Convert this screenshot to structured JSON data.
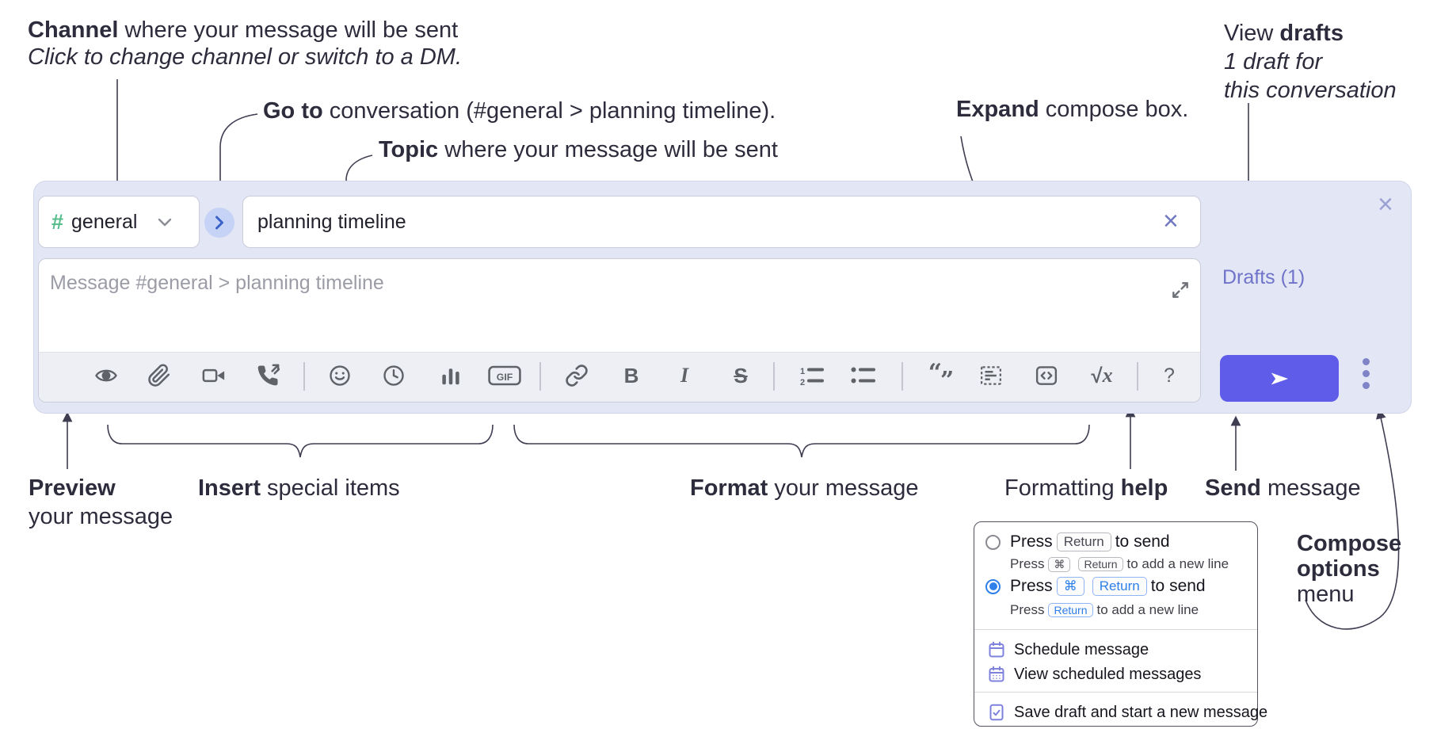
{
  "annotations": {
    "channel": {
      "bold": "Channel",
      "rest": " where your message will be sent",
      "line2": "Click to change channel or switch to a DM."
    },
    "goto": {
      "bold": "Go to",
      "rest": " conversation (#general > planning timeline)."
    },
    "topic": {
      "bold": "Topic",
      "rest": " where your message will be sent"
    },
    "expand": {
      "bold": "Expand",
      "rest": " compose box."
    },
    "drafts": {
      "pre": "View ",
      "bold": "drafts",
      "line2": "1 draft for",
      "line3": "this conversation"
    },
    "preview": {
      "bold": "Preview",
      "line2": "your message"
    },
    "insert": {
      "bold": "Insert",
      "rest": " special items"
    },
    "format": {
      "bold": "Format",
      "rest": " your message"
    },
    "help": {
      "pre": "Formatting ",
      "bold": "help"
    },
    "send": {
      "bold": "Send",
      "rest": " message"
    },
    "compose_options": {
      "line1": "Compose",
      "line2": "options",
      "line3": "menu"
    }
  },
  "compose": {
    "hash": "#",
    "channel_name": "general",
    "go_chevron": "›",
    "topic_value": "planning timeline",
    "topic_clear": "×",
    "close": "×",
    "message_placeholder": "Message #general > planning timeline",
    "drafts_link": "Drafts (1)"
  },
  "toolbar": {
    "gif_label": "GIF",
    "bold_label": "B",
    "italic_label": "I",
    "strike_label": "S",
    "math_root": "√",
    "math_x": "x",
    "quote_open": "“",
    "quote_close": "”",
    "ol_1": "1",
    "ol_2": "2",
    "help_label": "?"
  },
  "popup": {
    "opt1": {
      "press": "Press",
      "key1": "Return",
      "rest": "to send"
    },
    "opt1_sub": {
      "press": "Press",
      "key1": "⌘",
      "key2": "Return",
      "rest": "to add a new line"
    },
    "opt2": {
      "press": "Press",
      "key1": "⌘",
      "key2": "Return",
      "rest": "to send"
    },
    "opt2_sub": {
      "press": "Press",
      "key1": "Return",
      "rest": "to add a new line"
    },
    "item_schedule": "Schedule message",
    "item_view_scheduled": "View scheduled messages",
    "item_save_draft": "Save draft and start a new message"
  },
  "colors": {
    "accent_send": "#5e5ce8",
    "drafts_link": "#6f74ca",
    "hash_green": "#58bd8d",
    "radio_blue": "#2f80e8",
    "menu_icon_purple": "#7e82dd",
    "compose_bg": "#e3e6f4"
  }
}
